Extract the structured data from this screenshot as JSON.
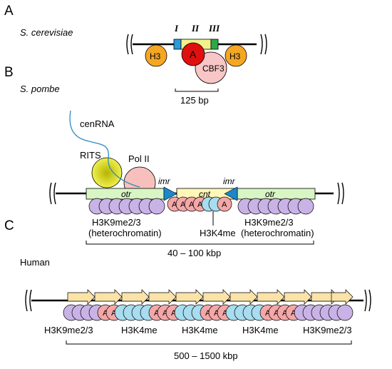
{
  "panels": {
    "a": {
      "letter": "A",
      "species": "S. cerevisiae",
      "cde_labels": [
        "I",
        "II",
        "III"
      ],
      "h3_label": "H3",
      "a_label": "A",
      "cbf3_label": "CBF3",
      "scale_label": "125 bp"
    },
    "b": {
      "letter": "B",
      "species": "S. pombe",
      "cenrna_label": "cenRNA",
      "rits_label": "RITS",
      "pol2_label": "Pol II",
      "imr_label": "imr",
      "otr_label": "otr",
      "cnt_label": "cnt",
      "a_label": "A",
      "h3k9_label": "H3K9me2/3",
      "hetero_label": "(heterochromatin)",
      "h3k4_label": "H3K4me",
      "scale_label": "40 – 100 kbp"
    },
    "c": {
      "letter": "C",
      "species": "Human",
      "a_label": "A",
      "labels": [
        "H3K9me2/3",
        "H3K4me",
        "H3K4me",
        "H3K4me",
        "H3K9me2/3"
      ],
      "scale_label": "500 – 1500 kbp"
    }
  },
  "colors": {
    "h3": "#f5a623",
    "cenpa": "#e01010",
    "cbf3": "#f8c6c6",
    "cde1": "#2b9bd6",
    "cde2": "#f2f28a",
    "cde3": "#2ca84a",
    "otr": "#d8f5c4",
    "cnt": "#fff7b8",
    "imr": "#1d87c9",
    "h3k9": "#c9b3e6",
    "a_nuc": "#f4a7a7",
    "h3k4": "#a8dcef",
    "rits": "#e6e617",
    "pol2": "#f8c0bc",
    "arrow": "#fbe3a8"
  }
}
